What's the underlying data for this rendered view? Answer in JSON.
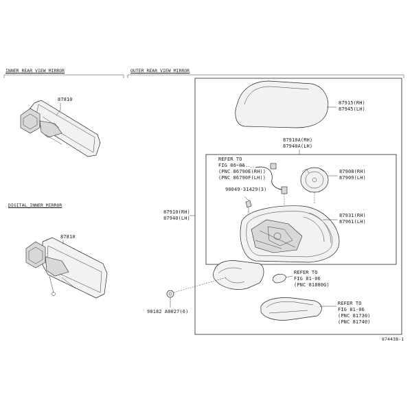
{
  "sections": {
    "inner": "INNER REAR VIEW MIRROR",
    "digital": "DIGITAL INNER MIRROR",
    "outer": "OUTER REAR VIEW MIRROR"
  },
  "parts": {
    "inner_mirror": "87810",
    "digital_mirror": "87810",
    "cover_rh": "87915(RH)",
    "cover_lh": "87945(LH)",
    "outer_assy_rh": "87910(RH)",
    "outer_assy_lh": "87940(LH)",
    "body_rh": "87910A(RH)",
    "body_lh": "87940A(LH)",
    "motor_rh": "87908(RH)",
    "motor_lh": "87909(LH)",
    "glass_rh": "87931(RH)",
    "glass_lh": "87961(LH)",
    "screw": "90049-31429(3)",
    "clip": "90182 A0027(6)"
  },
  "refs": {
    "ref1": [
      "REFER TO",
      "FIG 86-06",
      "(PNC 86790E(RH))",
      "(PNC 86790F(LH))"
    ],
    "ref2": [
      "REFER TO",
      "FIG 81-06",
      "(PNC 81880G)"
    ],
    "ref3": [
      "REFER TO",
      "FIG 81-06",
      "(PNC 81730)",
      "(PNC 81740)"
    ]
  },
  "drawing_id": "87443B-1"
}
